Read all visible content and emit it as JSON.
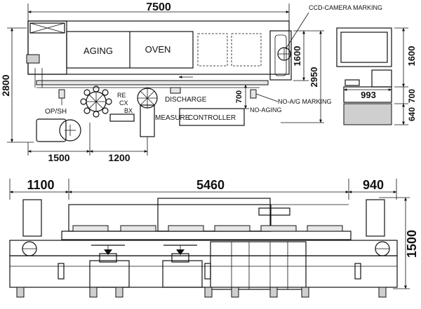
{
  "top_view": {
    "dim_total_width": "7500",
    "dim_depth": "2800",
    "dim_oven_depth": "1600",
    "dim_overall_depth": "2950",
    "dim_700": "700",
    "dim_1500": "1500",
    "dim_1200": "1200",
    "labels": {
      "aging": "AGING",
      "oven": "OVEN",
      "ccd": "CCD-CAMERA MARKING",
      "discharge": "DISCHARGE",
      "no_ag_marking": "NO-A/G MARKING",
      "no_aging": "NO-AGING",
      "measure": "MEASURE",
      "controller": "CONTROLLER",
      "opsh": "OP/SH",
      "re": "RE",
      "cx": "CX",
      "bx": "BX"
    }
  },
  "side_view": {
    "dim_1600": "1600",
    "dim_700": "700",
    "dim_640": "640",
    "dim_993": "993"
  },
  "front_view": {
    "dim_1100": "1100",
    "dim_5460": "5460",
    "dim_940": "940",
    "dim_1500": "1500"
  }
}
